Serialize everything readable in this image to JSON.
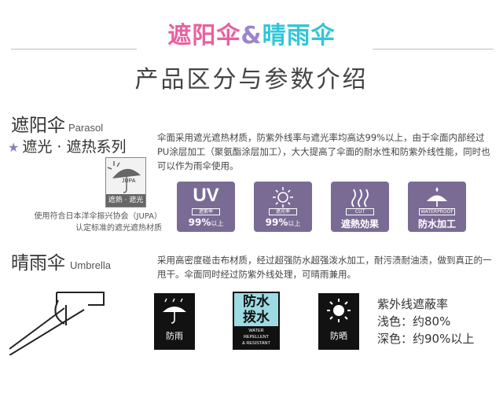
{
  "header": {
    "title_pink": "遮阳伞",
    "title_amp": "&",
    "title_blue": "晴雨伞",
    "subtitle": "产品区分与参数介绍"
  },
  "parasol": {
    "title_cn": "遮阳伞",
    "title_en": "Parasol",
    "series": "遮光 · 遮热系列",
    "description": "伞面采用遮光遮热材质，防紫外线率与遮光率均高达99%以上，由于伞面内部经过PU涂层加工（聚氨酯涂层加工），大大提高了伞面的耐水性和防紫外线性能，同时也可以作为雨伞使用。",
    "logo": {
      "label": "JUPA",
      "caption": "遮熱 · 遮光",
      "icon": "sun-umbrella-logo"
    },
    "note_line1": "使用符合日本洋伞振兴协会（JUPA）",
    "note_line2": "认定标准的遮光遮热材质",
    "tiles": [
      {
        "big": "UV",
        "tag": "遮紫率",
        "value": "99%",
        "unit": "以上",
        "icon": "uv-text"
      },
      {
        "tag": "遮光率",
        "value": "99%",
        "unit": "以上",
        "icon": "sun-icon"
      },
      {
        "tag": "CUT",
        "label": "遮熱効果",
        "icon": "heat-waves-icon"
      },
      {
        "tag": "WATERPROOF",
        "label": "防水加工",
        "icon": "umbrella-drop-icon"
      }
    ]
  },
  "umbrella": {
    "title_cn": "晴雨伞",
    "title_en": "Umbrella",
    "description": "采用高密度碰击布材质，经过超强防水超强泼水加工，耐污渍耐油渍，做到真正的一甩干。伞面同时经过防紫外线处理，可晴雨兼用。",
    "tiles": [
      {
        "label": "防雨",
        "icon": "rain-umbrella-icon"
      },
      {
        "label": "防晒",
        "icon": "sun-icon"
      }
    ],
    "water_tile": {
      "cn_line1": "防水",
      "cn_line2": "拨水",
      "en_line1": "WATER",
      "en_line2": "REPELLENT",
      "en_line3": "& RESISTANT"
    },
    "uv_block": {
      "title": "紫外线遮蔽率",
      "light": "浅色：约80%",
      "dark": "深色：约90%以上"
    }
  }
}
